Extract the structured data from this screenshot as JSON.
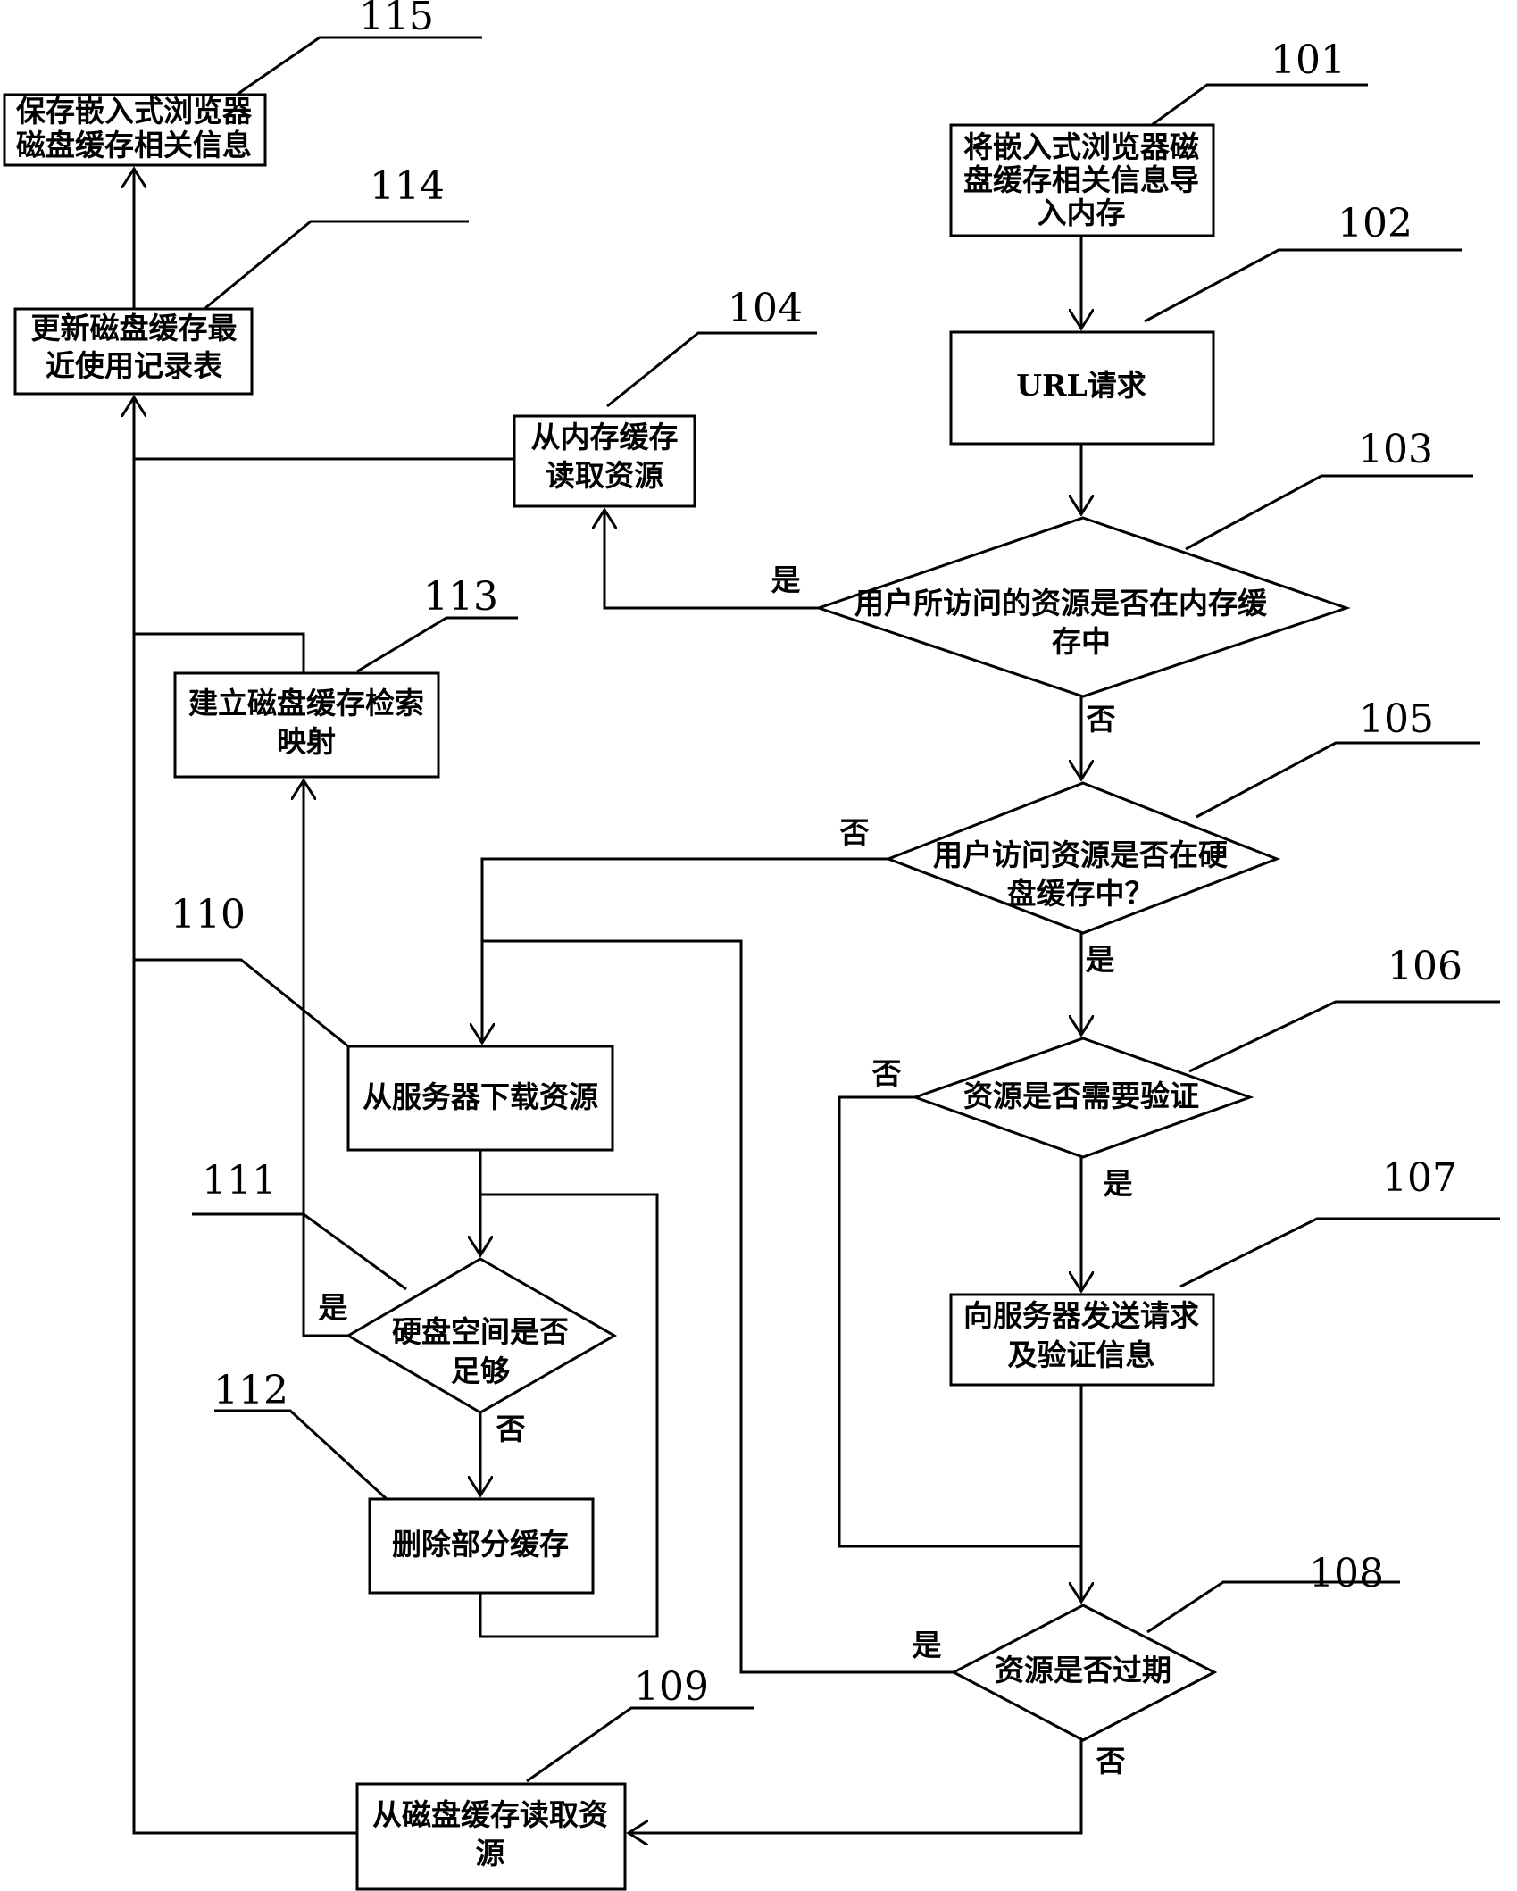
{
  "nodes": {
    "n101": [
      "将嵌入式浏览器磁",
      "盘缓存相关信息导",
      "入内存"
    ],
    "n102": [
      "URL请求"
    ],
    "n103": [
      "用户所访问的资源是否在内存缓",
      "存中"
    ],
    "n104": [
      "从内存缓存",
      "读取资源"
    ],
    "n105": [
      "用户访问资源是否在硬",
      "盘缓存中？"
    ],
    "n106": [
      "资源是否需要验证"
    ],
    "n107": [
      "向服务器发送请求",
      "及验证信息"
    ],
    "n108": [
      "资源是否过期"
    ],
    "n109": [
      "从磁盘缓存读取资",
      "源"
    ],
    "n110": [
      "从服务器下载资源"
    ],
    "n111": [
      "硬盘空间是否",
      "足够"
    ],
    "n112": [
      "删除部分缓存"
    ],
    "n113": [
      "建立磁盘缓存检索",
      "映射"
    ],
    "n114": [
      "更新磁盘缓存最",
      "近使用记录表"
    ],
    "n115": [
      "保存嵌入式浏览器",
      "磁盘缓存相关信息"
    ]
  },
  "refs": {
    "r101": "101",
    "r102": "102",
    "r103": "103",
    "r104": "104",
    "r105": "105",
    "r106": "106",
    "r107": "107",
    "r108": "108",
    "r109": "109",
    "r110": "110",
    "r111": "111",
    "r112": "112",
    "r113": "113",
    "r114": "114",
    "r115": "115"
  },
  "branch_labels": {
    "b103_yes": "是",
    "b103_no": "否",
    "b105_no": "否",
    "b105_yes": "是",
    "b106_no": "否",
    "b106_yes": "是",
    "b111_yes": "是",
    "b111_no": "否",
    "b108_yes": "是",
    "b108_no": "否"
  }
}
